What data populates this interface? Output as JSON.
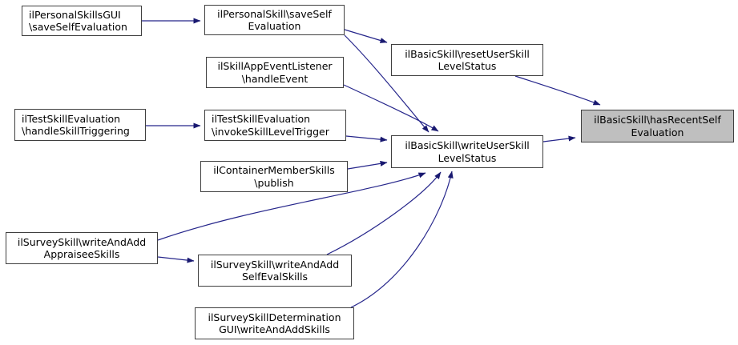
{
  "diagram": {
    "type": "call-graph",
    "background_color": "#ffffff",
    "edge_color": "#191970",
    "node_fill_color": "#ffffff",
    "node_border_color": "#3f3f3f",
    "highlighted_node_fill_color": "#bfbfbf",
    "text_color": "#000000"
  },
  "nodes": {
    "personalSkillsGui": {
      "line1": "ilPersonalSkillsGUI",
      "line2": "\\saveSelfEvaluation"
    },
    "personalSkillSave": {
      "line1": "ilPersonalSkill\\saveSelf",
      "line2": "Evaluation"
    },
    "skillAppEventListener": {
      "line1": "ilSkillAppEventListener",
      "line2": "\\handleEvent"
    },
    "testSkillHandle": {
      "line1": "ilTestSkillEvaluation",
      "line2": "\\handleSkillTriggering"
    },
    "testSkillInvoke": {
      "line1": "ilTestSkillEvaluation",
      "line2": "\\invokeSkillLevelTrigger"
    },
    "containerMemberPublish": {
      "line1": "ilContainerMemberSkills",
      "line2": "\\publish"
    },
    "surveyAppraisee": {
      "line1": "ilSurveySkill\\writeAndAdd",
      "line2": "AppraiseeSkills"
    },
    "surveySelfEval": {
      "line1": "ilSurveySkill\\writeAndAdd",
      "line2": "SelfEvalSkills"
    },
    "surveyDetermination": {
      "line1": "ilSurveySkillDetermination",
      "line2": "GUI\\writeAndAddSkills"
    },
    "resetUserSkill": {
      "line1": "ilBasicSkill\\resetUserSkill",
      "line2": "LevelStatus"
    },
    "writeUserSkill": {
      "line1": "ilBasicSkill\\writeUserSkill",
      "line2": "LevelStatus"
    },
    "hasRecentSelfEval": {
      "line1": "ilBasicSkill\\hasRecentSelf",
      "line2": "Evaluation"
    }
  },
  "edges": [
    {
      "from": "personalSkillsGui",
      "to": "personalSkillSave"
    },
    {
      "from": "personalSkillSave",
      "to": "resetUserSkill"
    },
    {
      "from": "personalSkillSave",
      "to": "writeUserSkill"
    },
    {
      "from": "skillAppEventListener",
      "to": "writeUserSkill"
    },
    {
      "from": "testSkillHandle",
      "to": "testSkillInvoke"
    },
    {
      "from": "testSkillInvoke",
      "to": "writeUserSkill"
    },
    {
      "from": "containerMemberPublish",
      "to": "writeUserSkill"
    },
    {
      "from": "surveyAppraisee",
      "to": "writeUserSkill"
    },
    {
      "from": "surveyAppraisee",
      "to": "surveySelfEval"
    },
    {
      "from": "surveySelfEval",
      "to": "writeUserSkill"
    },
    {
      "from": "surveyDetermination",
      "to": "writeUserSkill"
    },
    {
      "from": "resetUserSkill",
      "to": "hasRecentSelfEval"
    },
    {
      "from": "writeUserSkill",
      "to": "hasRecentSelfEval"
    }
  ]
}
